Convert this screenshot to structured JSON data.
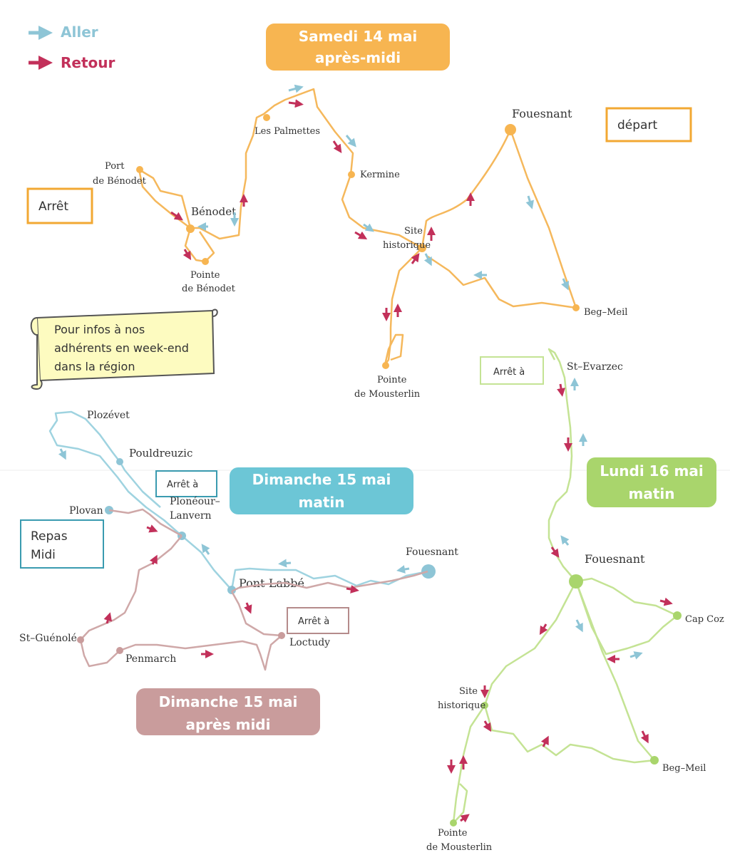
{
  "legend": {
    "aller": "Aller",
    "retour": "Retour",
    "aller_color": "#8ec5d6",
    "retour_color": "#c2305a"
  },
  "days": {
    "samedi": {
      "line1": "Samedi 14 mai",
      "line2": "après-midi",
      "color": "#f7b551",
      "route_color": "#f5b85c"
    },
    "dimanche_matin": {
      "line1": "Dimanche 15 mai",
      "line2": "matin",
      "color": "#6cc6d6",
      "route_color": "#9fd3e0"
    },
    "dimanche_aprem": {
      "line1": "Dimanche 15 mai",
      "line2": "après midi",
      "color": "#c99c9c",
      "route_color": "#cfa8a8"
    },
    "lundi": {
      "line1": "Lundi 16 mai",
      "line2": "matin",
      "color": "#a9d56c",
      "route_color": "#c4e394"
    }
  },
  "boxes": {
    "depart": "départ",
    "arret": "Arrêt",
    "arret_a": "Arrêt à",
    "repas_line1": "Repas",
    "repas_line2": "Midi"
  },
  "scroll_note": {
    "line1": "Pour infos à nos",
    "line2": "adhérents en week-end",
    "line3": "dans la région"
  },
  "places": {
    "sat_fouesnant": "Fouesnant",
    "sat_les_palmettes": "Les Palmettes",
    "sat_kermine": "Kermine",
    "sat_port_benodet_1": "Port",
    "sat_port_benodet_2": "de Bénodet",
    "sat_benodet": "Bénodet",
    "sat_pointe_benodet_1": "Pointe",
    "sat_pointe_benodet_2": "de Bénodet",
    "sat_site_1": "Site",
    "sat_site_2": "historique",
    "sat_beg_meil": "Beg–Meil",
    "sat_mousterlin_1": "Pointe",
    "sat_mousterlin_2": "de Mousterlin",
    "sun_plozevet": "Plozévet",
    "sun_pouldreuzic": "Pouldreuzic",
    "sun_plovan": "Plovan",
    "sun_ploneour_1": "Plonéour–",
    "sun_ploneour_2": "Lanvern",
    "sun_fouesnant": "Fouesnant",
    "sun_pont_labbe": "Pont-Labbé",
    "sun_st_guenole": "St–Guénolé",
    "sun_penmarch": "Penmarch",
    "sun_loctudy": "Loctudy",
    "mon_st_evarzec": "St–Evarzec",
    "mon_fouesnant": "Fouesnant",
    "mon_cap_coz": "Cap Coz",
    "mon_site_1": "Site",
    "mon_site_2": "historique",
    "mon_beg_meil": "Beg–Meil",
    "mon_mousterlin_1": "Pointe",
    "mon_mousterlin_2": "de Mousterlin"
  }
}
